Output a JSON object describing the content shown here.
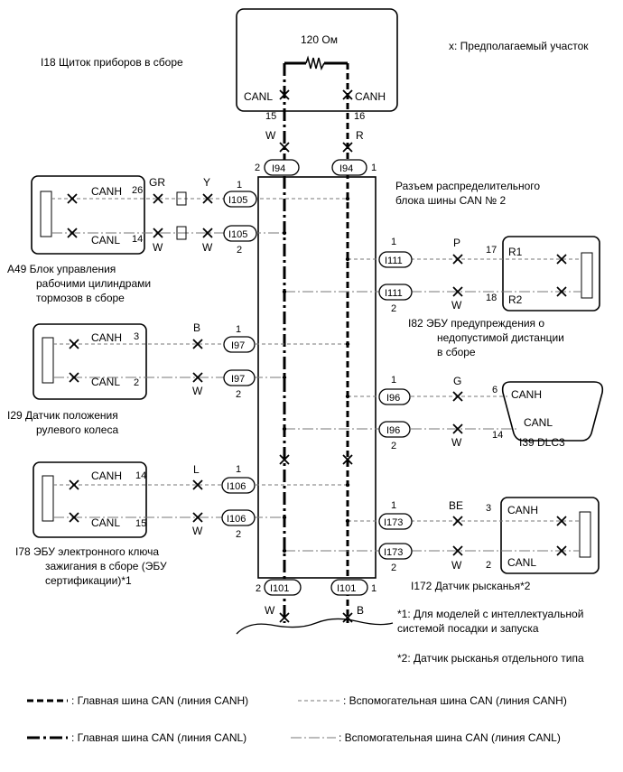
{
  "legend_note": "x: Предполагаемый участок",
  "resistor_label": "120 Ом",
  "i18": {
    "title": "I18  Щиток приборов в сборе",
    "canl": "CANL",
    "canh": "CANH",
    "pin_l": "15",
    "pin_h": "16",
    "wire_l": "W",
    "wire_h": "R"
  },
  "i94": {
    "label": "I94",
    "pin_left": "2",
    "pin_right": "1"
  },
  "junction_title": [
    "Разъем распределительного",
    "блока шины CAN № 2"
  ],
  "a49": {
    "title": [
      "A49  Блок управления",
      "рабочими цилиндрами",
      "тормозов в сборе"
    ],
    "canh": "CANH",
    "canl": "CANL",
    "pin_h": "26",
    "pin_l": "14",
    "wire_h1": "GR",
    "wire_l1": "W",
    "wire_h2": "Y",
    "wire_l2": "W",
    "conn": "I105",
    "conn_pin_h": "1",
    "conn_pin_l": "2"
  },
  "i82": {
    "title": [
      "I82  ЭБУ предупреждения о",
      "недопустимой дистанции",
      "в сборе"
    ],
    "r1": "R1",
    "r2": "R2",
    "pin_1": "17",
    "pin_2": "18",
    "wire_1": "P",
    "wire_2": "W",
    "conn": "I111",
    "conn_pin_1": "1",
    "conn_pin_2": "2"
  },
  "i29": {
    "title": [
      "I29  Датчик положения",
      "рулевого колеса"
    ],
    "canh": "CANH",
    "canl": "CANL",
    "pin_h": "3",
    "pin_l": "2",
    "wire_h": "B",
    "wire_l": "W",
    "conn": "I97",
    "conn_pin_1": "1",
    "conn_pin_2": "2"
  },
  "i39": {
    "title": "I39  DLC3",
    "canh": "CANH",
    "canl": "CANL",
    "pin_h": "6",
    "pin_l": "14",
    "wire_h": "G",
    "wire_l": "W",
    "conn": "I96",
    "conn_pin_1": "1",
    "conn_pin_2": "2"
  },
  "i78": {
    "title": [
      "I78  ЭБУ электронного ключа",
      "зажигания в сборе (ЭБУ",
      "сертификации)*1"
    ],
    "canh": "CANH",
    "canl": "CANL",
    "pin_h": "14",
    "pin_l": "15",
    "wire_h": "L",
    "wire_l": "W",
    "conn": "I106",
    "conn_pin_1": "1",
    "conn_pin_2": "2"
  },
  "i172": {
    "title": "I172  Датчик рысканья*2",
    "canh": "CANH",
    "canl": "CANL",
    "pin_h": "3",
    "pin_l": "2",
    "wire_h": "BE",
    "wire_l": "W",
    "conn": "I173",
    "conn_pin_1": "1",
    "conn_pin_2": "2"
  },
  "i101": {
    "label": "I101",
    "pin_left": "2",
    "pin_right": "1",
    "wire_l": "W",
    "wire_h": "B"
  },
  "notes": {
    "n1": [
      "*1: Для моделей с интеллектуальной",
      "системой посадки и запуска"
    ],
    "n2": "*2: Датчик рысканья отдельного типа"
  },
  "legend": {
    "main_h": ": Главная шина CAN (линия CANH)",
    "main_l": ": Главная шина CAN (линия CANL)",
    "sub_h": ": Вспомогательная шина CAN (линия CANH)",
    "sub_l": ": Вспомогательная шина CAN (линия CANL)"
  }
}
